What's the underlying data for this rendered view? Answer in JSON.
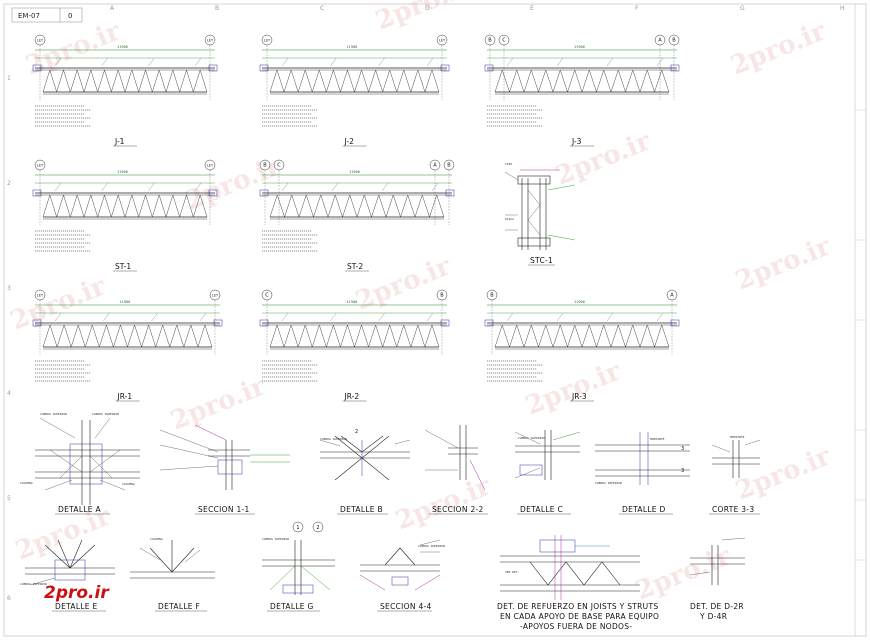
{
  "sheet": {
    "number": "EM-07",
    "revision": "0",
    "grid_columns": [
      "A",
      "B",
      "C",
      "D",
      "E",
      "F",
      "G",
      "H"
    ],
    "grid_rows": [
      "1",
      "2",
      "3",
      "4",
      "5",
      "6"
    ]
  },
  "watermark": {
    "text": "2pro.ir"
  },
  "logo": {
    "text": "2pro.ir"
  },
  "joists": [
    {
      "id": "j1",
      "title": "J-1",
      "axes": [
        "LET",
        "LET"
      ],
      "span": "11900"
    },
    {
      "id": "j2",
      "title": "J-2",
      "axes": [
        "LET",
        "LET"
      ],
      "span": "11900"
    },
    {
      "id": "j3",
      "title": "J-3",
      "axes": [
        "B",
        "C",
        "A",
        "B"
      ],
      "span": "11900"
    },
    {
      "id": "st1",
      "title": "ST-1",
      "axes": [
        "LET",
        "LET"
      ],
      "span": "11900"
    },
    {
      "id": "st2",
      "title": "ST-2",
      "axes": [
        "B",
        "C",
        "A",
        "B"
      ],
      "span": "11900"
    },
    {
      "id": "stc1",
      "title": "STC-1",
      "axes": [],
      "span": ""
    },
    {
      "id": "jr1",
      "title": "JR-1",
      "axes": [
        "LET",
        "LET"
      ],
      "span": "11900"
    },
    {
      "id": "jr2",
      "title": "JR-2",
      "axes": [
        "C",
        "B"
      ],
      "span": "11900"
    },
    {
      "id": "jr3",
      "title": "JR-3",
      "axes": [
        "B",
        "A"
      ],
      "span": "11900"
    }
  ],
  "details_row1": [
    {
      "title": "DETALLE A"
    },
    {
      "title": "SECCION 1-1"
    },
    {
      "title": "DETALLE B"
    },
    {
      "title": "SECCION 2-2"
    },
    {
      "title": "DETALLE C"
    },
    {
      "title": "DETALLE D"
    },
    {
      "title": "CORTE 3-3"
    }
  ],
  "details_row2": [
    {
      "title": "DETALLE E"
    },
    {
      "title": "DETALLE F"
    },
    {
      "title": "DETALLE G"
    },
    {
      "title": "SECCION 4-4"
    }
  ],
  "reinforcement_detail": {
    "line1": "DET. DE REFUERZO EN JOISTS Y STRUTS",
    "line2": "EN CADA APOYO DE BASE PARA EQUIPO",
    "line3": "-APOYOS FUERA DE NODOS-"
  },
  "det_d2r": {
    "line1": "DET. DE D-2R",
    "line2": "Y D-4R"
  },
  "callouts": {
    "cuerda_superior": "CUERDA SUPERIOR",
    "cuerda_inferior": "CUERDA INFERIOR",
    "columna": "COLUMNA",
    "placa": "PLACA",
    "montante": "MONTANTE",
    "tipo": "TIPO",
    "ver_det": "VER DET."
  },
  "colors": {
    "line": "#222222",
    "green": "#33aa33",
    "blue": "#3333aa",
    "magenta": "#aa33aa",
    "cyan": "#3399aa",
    "logo": "#cc1111",
    "watermark": "#e8a8a8"
  }
}
